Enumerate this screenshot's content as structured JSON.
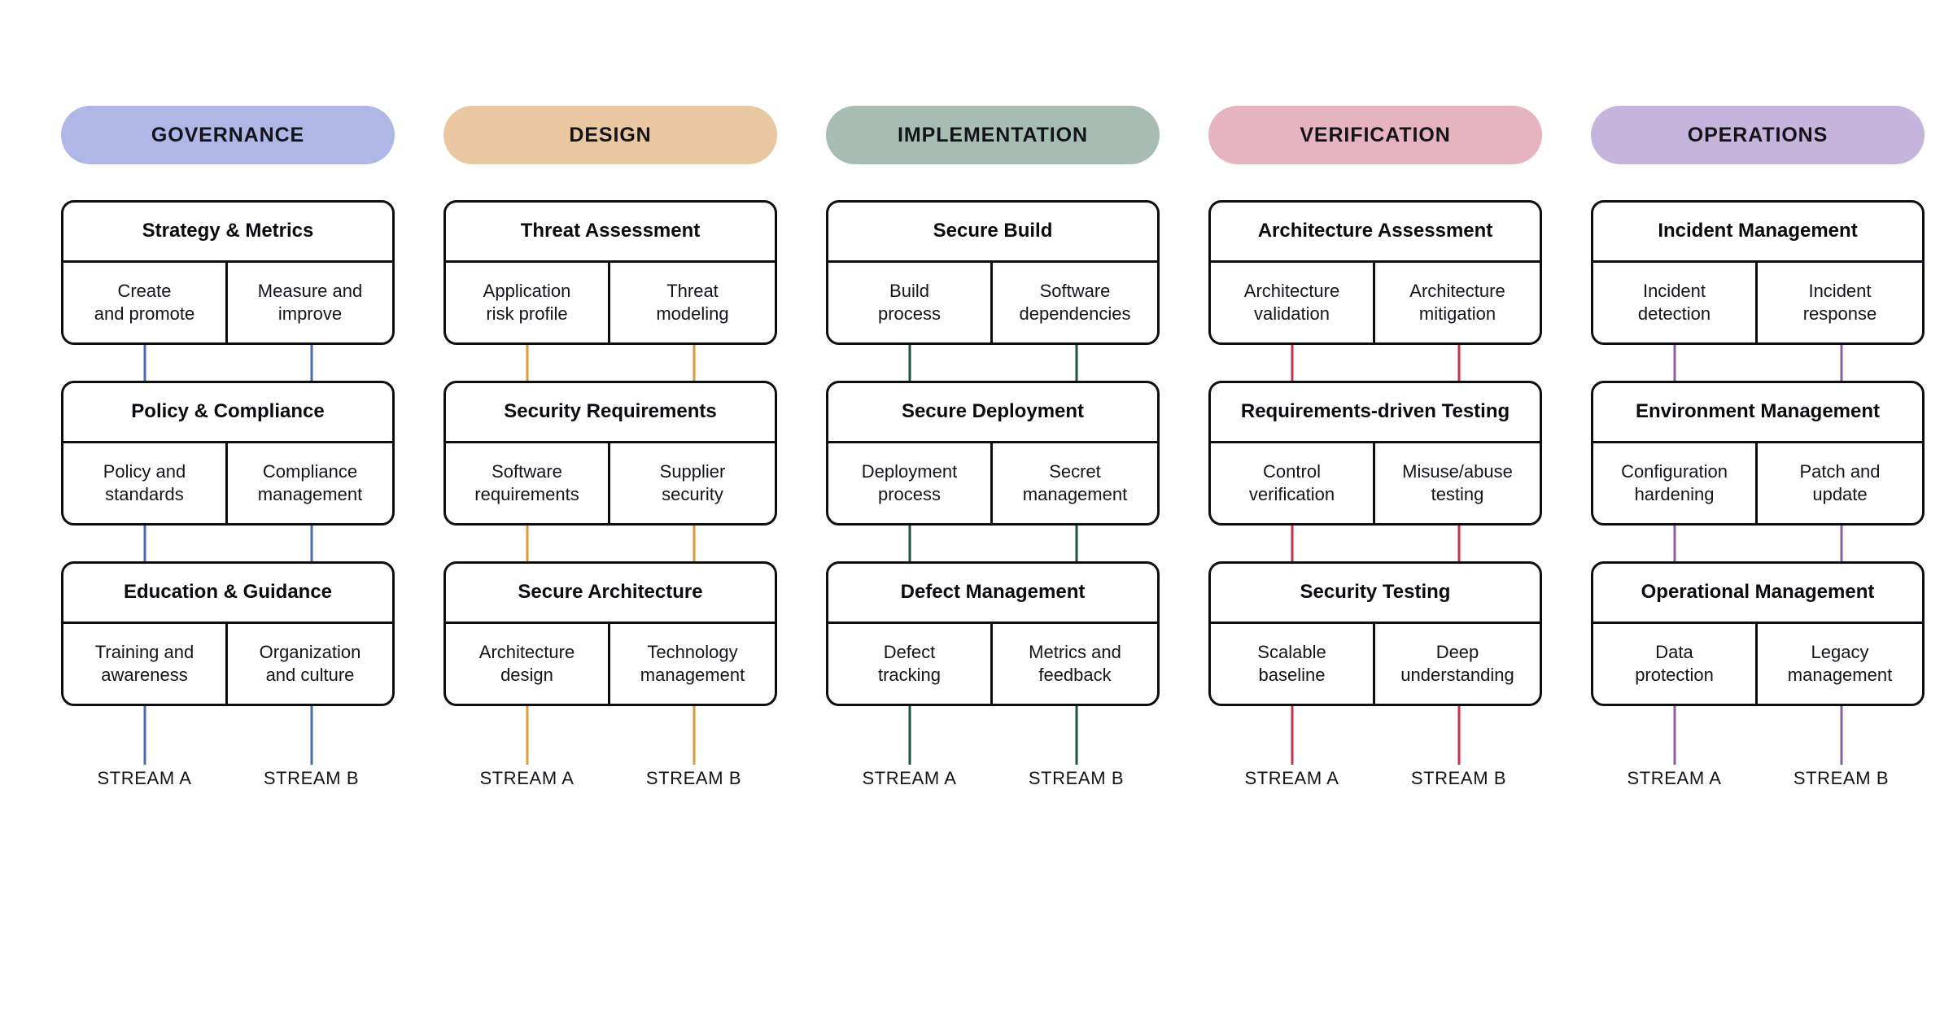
{
  "diagram": {
    "stream_labels": {
      "a": "STREAM A",
      "b": "STREAM B"
    }
  },
  "columns": [
    {
      "id": "governance",
      "header": "GOVERNANCE",
      "header_color": "#AEB7E5",
      "connector_color": "#4A6BAF",
      "practices": [
        {
          "title": "Strategy & Metrics",
          "stream_a": "Create\nand promote",
          "stream_b": "Measure and\nimprove"
        },
        {
          "title": "Policy & Compliance",
          "stream_a": "Policy and\nstandards",
          "stream_b": "Compliance\nmanagement"
        },
        {
          "title": "Education & Guidance",
          "stream_a": "Training and\nawareness",
          "stream_b": "Organization\nand culture"
        }
      ]
    },
    {
      "id": "design",
      "header": "DESIGN",
      "header_color": "#E9C7A0",
      "connector_color": "#D99A3E",
      "practices": [
        {
          "title": "Threat Assessment",
          "stream_a": "Application\nrisk profile",
          "stream_b": "Threat\nmodeling"
        },
        {
          "title": "Security Requirements",
          "stream_a": "Software\nrequirements",
          "stream_b": "Supplier\nsecurity"
        },
        {
          "title": "Secure Architecture",
          "stream_a": "Architecture\ndesign",
          "stream_b": "Technology\nmanagement"
        }
      ]
    },
    {
      "id": "implementation",
      "header": "IMPLEMENTATION",
      "header_color": "#A7BDB3",
      "connector_color": "#1F5445",
      "practices": [
        {
          "title": "Secure Build",
          "stream_a": "Build\nprocess",
          "stream_b": "Software\ndependencies"
        },
        {
          "title": "Secure Deployment",
          "stream_a": "Deployment\nprocess",
          "stream_b": "Secret\nmanagement"
        },
        {
          "title": "Defect Management",
          "stream_a": "Defect\ntracking",
          "stream_b": "Metrics and\nfeedback"
        }
      ]
    },
    {
      "id": "verification",
      "header": "VERIFICATION",
      "header_color": "#E5B4C0",
      "connector_color": "#C8324B",
      "practices": [
        {
          "title": "Architecture Assessment",
          "stream_a": "Architecture\nvalidation",
          "stream_b": "Architecture\nmitigation"
        },
        {
          "title": "Requirements-driven Testing",
          "stream_a": "Control\nverification",
          "stream_b": "Misuse/abuse\ntesting"
        },
        {
          "title": "Security Testing",
          "stream_a": "Scalable\nbaseline",
          "stream_b": "Deep\nunderstanding"
        }
      ]
    },
    {
      "id": "operations",
      "header": "OPERATIONS",
      "header_color": "#C5B5DC",
      "connector_color": "#8B5FA8",
      "practices": [
        {
          "title": "Incident Management",
          "stream_a": "Incident\ndetection",
          "stream_b": "Incident\nresponse"
        },
        {
          "title": "Environment Management",
          "stream_a": "Configuration\nhardening",
          "stream_b": "Patch and\nupdate"
        },
        {
          "title": "Operational Management",
          "stream_a": "Data\nprotection",
          "stream_b": "Legacy\nmanagement"
        }
      ]
    }
  ]
}
